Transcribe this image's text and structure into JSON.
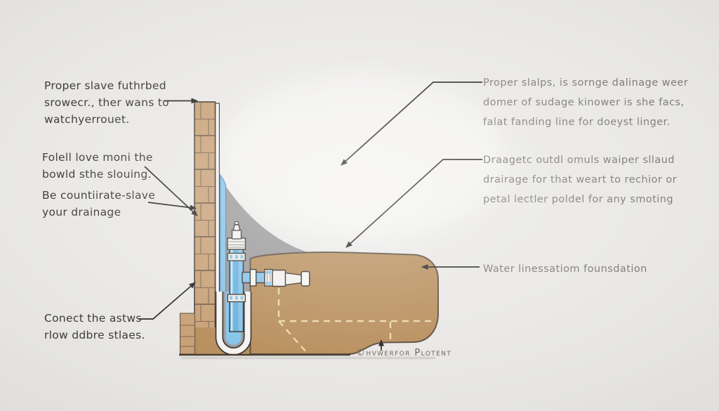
{
  "figure": {
    "type": "technical-diagram",
    "subject": "foundation-drainage-cross-section",
    "caption": "©hvwerfor Plotent"
  },
  "annotations": {
    "left": [
      {
        "text": "Proper slave futhrbed\nsrowecr., ther wans to\nwatchyerrouet."
      },
      {
        "text": "Folell love moni the\nbowld sthe slouing."
      },
      {
        "text": "Be countiirate-slave\nyour drainage"
      },
      {
        "text": "Conect the astws\nrlow ddbre stlaes."
      }
    ],
    "right": [
      {
        "text": "Proper slalps, is sornge dalinage weer\ndomer of sudage kinower is she facs,\nfalat fanding line for doeyst linger."
      },
      {
        "text": "Draagetc outdl omuls waiper sllaud\ndrairage for that weart to rechior or\npetal lectler poldel for any smoting"
      },
      {
        "text": "Water linessatiom founsdation"
      }
    ]
  },
  "colors": {
    "background": "#e9e8e6",
    "brick": "#c8a177",
    "mortar": "#7c6652",
    "soil": "#b9905f",
    "soil_outline": "#5f5140",
    "concrete_gray": "#9b9a9c",
    "water_blue": "#85c4e9",
    "water_blue_dark": "#5fa8d6",
    "pipe_white": "#f2f1ef",
    "pipe_outline": "#3a332c",
    "dashed_line": "#ecd9ab",
    "arrow": "#2b2927",
    "text_dark": "#3e3c3a",
    "text_gray": "#7f7d7b"
  }
}
